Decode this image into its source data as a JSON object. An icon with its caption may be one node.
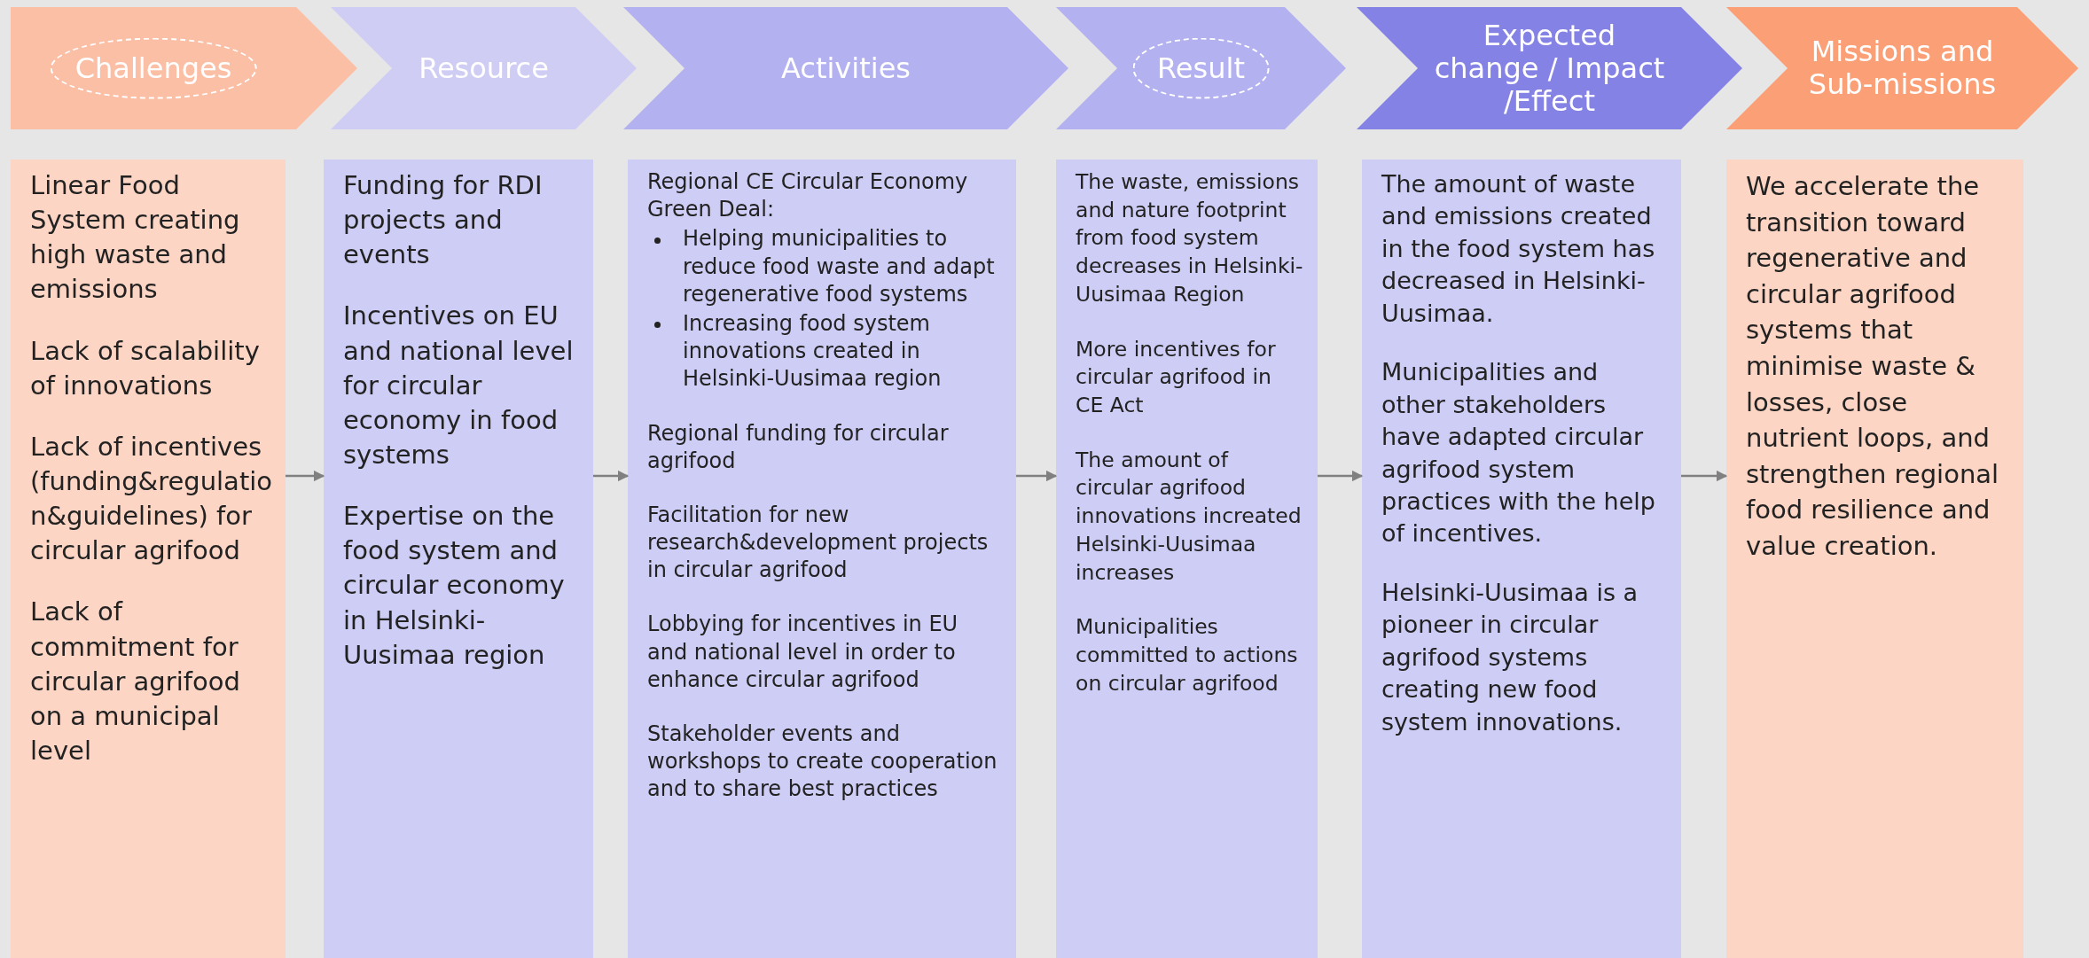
{
  "diagram": {
    "nodes": [
      {
        "text": [
          "Challenges"
        ]
      },
      {
        "text": [
          "Resource"
        ]
      },
      {
        "text": [
          "Activities"
        ]
      },
      {
        "text": [
          "Result"
        ]
      },
      {
        "text": [
          "Expected change / Impact /Effect"
        ]
      },
      {
        "text": [
          "Missions and Sub-missions"
        ]
      },
      {
        "text": [
          "Linear Food System creating high waste and emissions",
          "Lack of scalability of innovations",
          "Lack of incentives (funding&regulation&guidelines) for circular agrifood",
          "Lack of commitment for circular agrifood on a municipal level"
        ]
      },
      {
        "text": [
          "Funding for RDI projects and events",
          "Incentives on EU and national level for circular economy in food systems",
          "Expertise on the food system and circular economy in Helsinki-Uusimaa region"
        ]
      },
      {
        "text": [
          "Regional CE Circular Economy Green Deal:",
          "Helping municipalities to reduce food waste and adapt regenerative food systems",
          "Increasing food system innovations created in Helsinki-Uusimaa region",
          "Regional funding for circular agrifood",
          "Facilitation for new research&development projects in circular agrifood",
          "Lobbying for incentives in EU and national level in order to enhance circular agrifood",
          "Stakeholder events and workshops to create cooperation and to share best practices"
        ]
      },
      {
        "text": [
          "The waste, emissions and nature footprint from food system decreases in Helsinki-Uusimaa Region",
          "More incentives for circular agrifood in CE Act",
          "The amount of circular agrifood innovations increated Helsinki-Uusimaa increases",
          "Municipalities committed to actions on circular agrifood"
        ]
      },
      {
        "text": [
          "The amount of waste and emissions created in the food system has decreased in Helsinki-Uusimaa.",
          "Municipalities and other stakeholders have adapted circular agrifood system practices with the help of incentives.",
          "Helsinki-Uusimaa is a pioneer in circular agrifood systems creating new food system innovations."
        ]
      },
      {
        "text": [
          "We accelerate the transition toward regenerative and circular agrifood systems that minimise waste & losses, close nutrient loops, and strengthen regional food resilience and value creation."
        ]
      }
    ],
    "edges": [
      {
        "from": 6,
        "to": 7,
        "arrow": "to"
      },
      {
        "from": 7,
        "to": 8,
        "arrow": "to"
      },
      {
        "from": 8,
        "to": 9,
        "arrow": "to"
      },
      {
        "from": 9,
        "to": 10,
        "arrow": "to"
      },
      {
        "from": 10,
        "to": 11,
        "arrow": "to"
      }
    ]
  }
}
